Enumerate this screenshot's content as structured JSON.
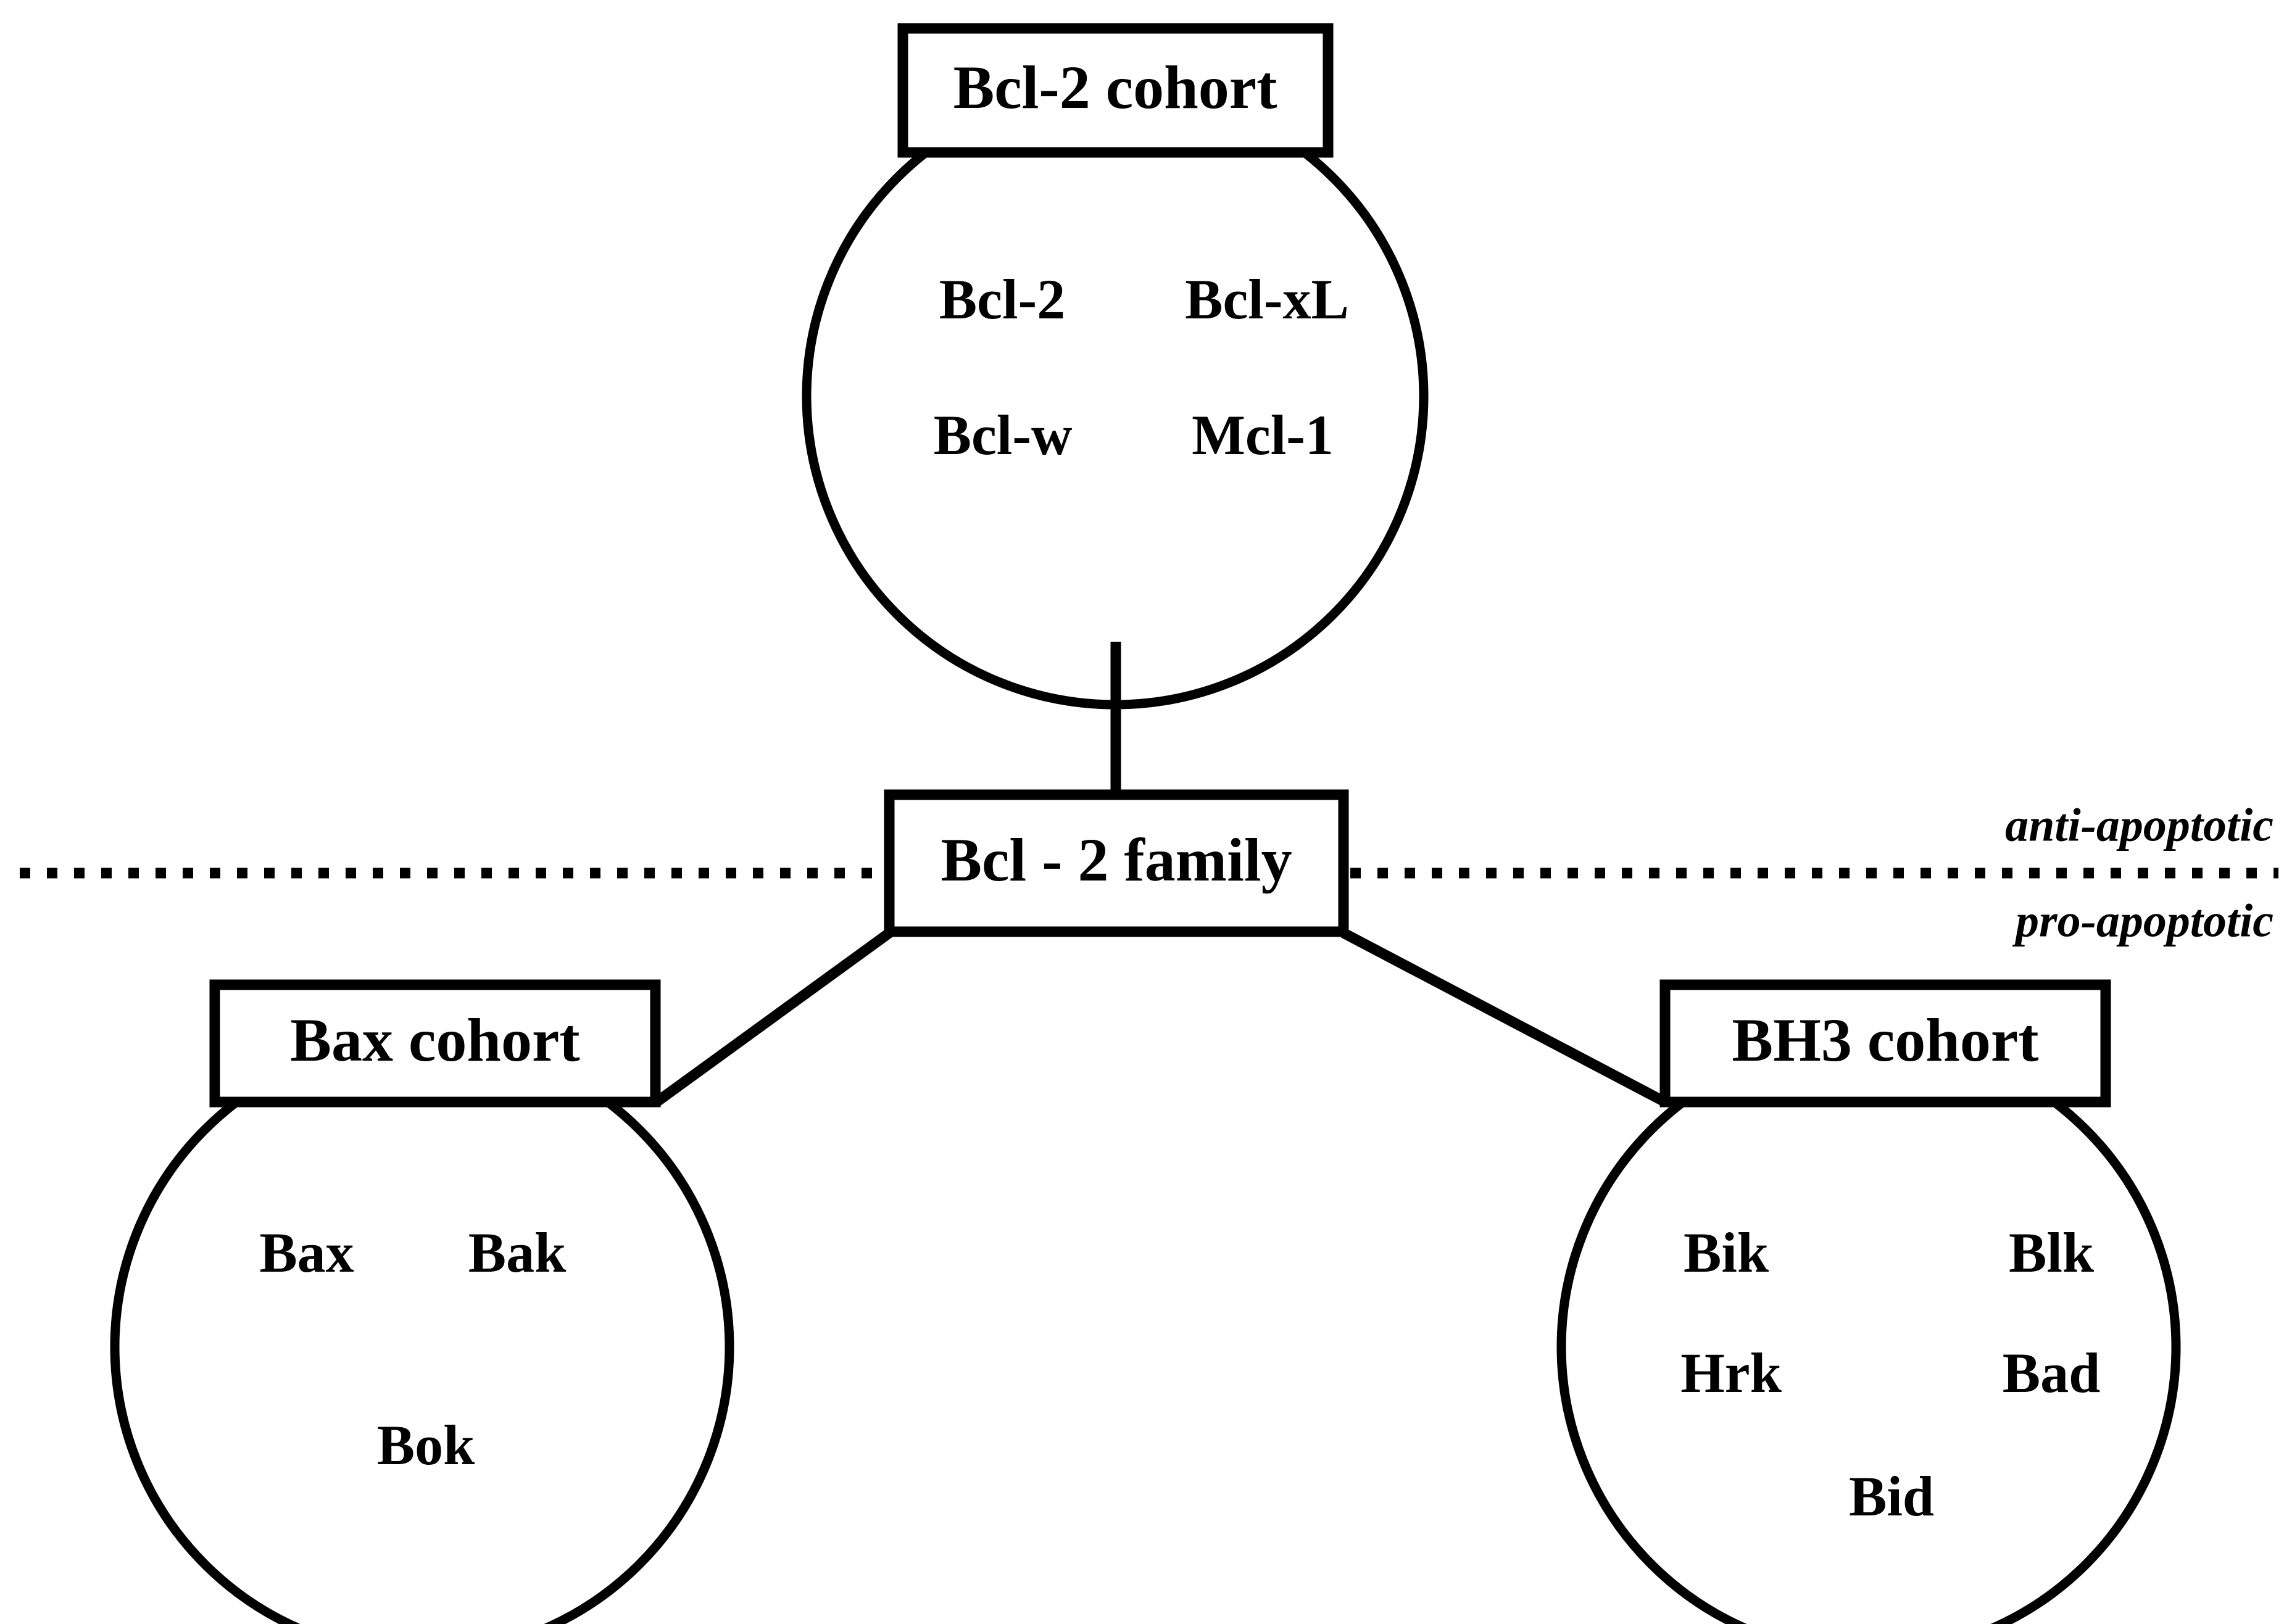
{
  "diagram": {
    "title_box": {
      "label": "Bcl - 2 family"
    },
    "divider": {
      "above_label": "anti-apoptotic",
      "below_label": "pro-apoptotic",
      "style": "dotted",
      "color": "#000000"
    },
    "cohorts": [
      {
        "id": "bcl2",
        "header": "Bcl-2 cohort",
        "position": "top",
        "classification": "anti-apoptotic",
        "members": [
          "Bcl-2",
          "Bcl-xL",
          "Bcl-w",
          "Mcl-1"
        ],
        "member_rows": [
          [
            "Bcl-2",
            "Bcl-xL"
          ],
          [
            "Bcl-w",
            "Mcl-1"
          ]
        ]
      },
      {
        "id": "bax",
        "header": "Bax cohort",
        "position": "bottom-left",
        "classification": "pro-apoptotic",
        "members": [
          "Bax",
          "Bak",
          "Bok"
        ],
        "member_rows": [
          [
            "Bax",
            "Bak"
          ],
          [
            "Bok"
          ]
        ]
      },
      {
        "id": "bh3",
        "header": "BH3 cohort",
        "position": "bottom-right",
        "classification": "pro-apoptotic",
        "members": [
          "Bik",
          "Blk",
          "Hrk",
          "Bad",
          "Bid"
        ],
        "member_rows": [
          [
            "Bik",
            "Blk"
          ],
          [
            "Hrk",
            "Bad"
          ],
          [
            "Bid"
          ]
        ]
      }
    ],
    "colors": {
      "stroke": "#000000",
      "background": "#ffffff",
      "text": "#000000"
    }
  }
}
